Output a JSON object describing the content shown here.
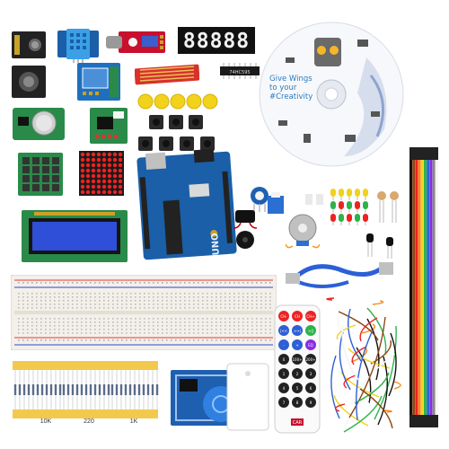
{
  "seven_segment": {
    "digits": "88888"
  },
  "chip_label": "74HC595",
  "cd": {
    "line1": "Give Wings",
    "line2": "to your",
    "line3": "#Creativity"
  },
  "uno_label": "UNO",
  "resistor_tapes": [
    {
      "label": "10K"
    },
    {
      "label": "220"
    },
    {
      "label": "1K"
    }
  ],
  "remote": {
    "buttons": [
      "CH-",
      "CH",
      "CH+",
      "|<<",
      ">>|",
      ">||",
      "-",
      "+",
      "EQ",
      "0",
      "100+",
      "200+",
      "1",
      "2",
      "3",
      "4",
      "5",
      "6",
      "7",
      "8",
      "9"
    ],
    "brand": "CAR"
  },
  "colors": {
    "arduino": "#1a5fa8",
    "lcd": "#2f4fd8",
    "pcb_green": "#2a8a4a",
    "cd_text": "#2a7bbf",
    "yellow_cap": "#f2d21a",
    "rfid": "#1f5fb0"
  }
}
